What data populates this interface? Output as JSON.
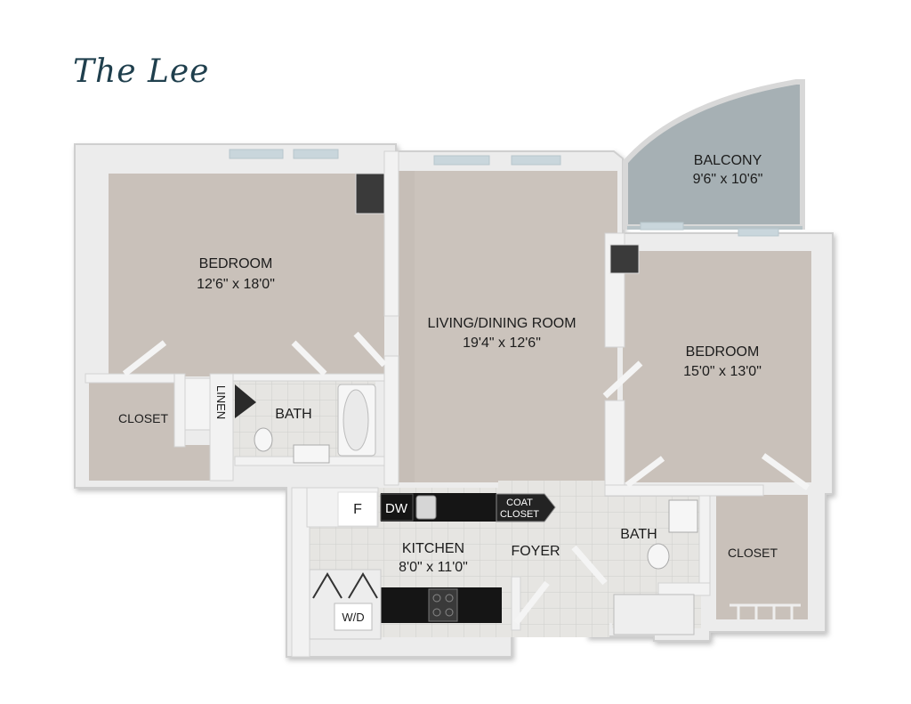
{
  "title": "The Lee",
  "rooms": {
    "bedroom1": {
      "name": "BEDROOM",
      "size": "12'6\" x 18'0\""
    },
    "living": {
      "name": "LIVING/DINING ROOM",
      "size": "19'4\" x 12'6\""
    },
    "balcony": {
      "name": "BALCONY",
      "size": "9'6\" x 10'6\""
    },
    "bedroom2": {
      "name": "BEDROOM",
      "size": "15'0\" x 13'0\""
    },
    "kitchen": {
      "name": "KITCHEN",
      "size": "8'0\" x 11'0\""
    },
    "closet1": {
      "name": "CLOSET"
    },
    "closet2": {
      "name": "CLOSET"
    },
    "bath1": {
      "name": "BATH"
    },
    "bath2": {
      "name": "BATH"
    },
    "foyer": {
      "name": "FOYER"
    },
    "linen": {
      "name": "LINEN"
    },
    "fridge": {
      "name": "F"
    },
    "dishwasher": {
      "name": "DW"
    },
    "coat_closet": {
      "line1": "COAT",
      "line2": "CLOSET"
    },
    "washer_dryer": {
      "name": "W/D"
    }
  },
  "colors": {
    "wall": "#e9e9e9",
    "floor": "#c9c0b9",
    "tile": "#e4e4e2",
    "balcony": "#a6b0b4",
    "counter": "#151515",
    "title": "#1f3f4d"
  }
}
